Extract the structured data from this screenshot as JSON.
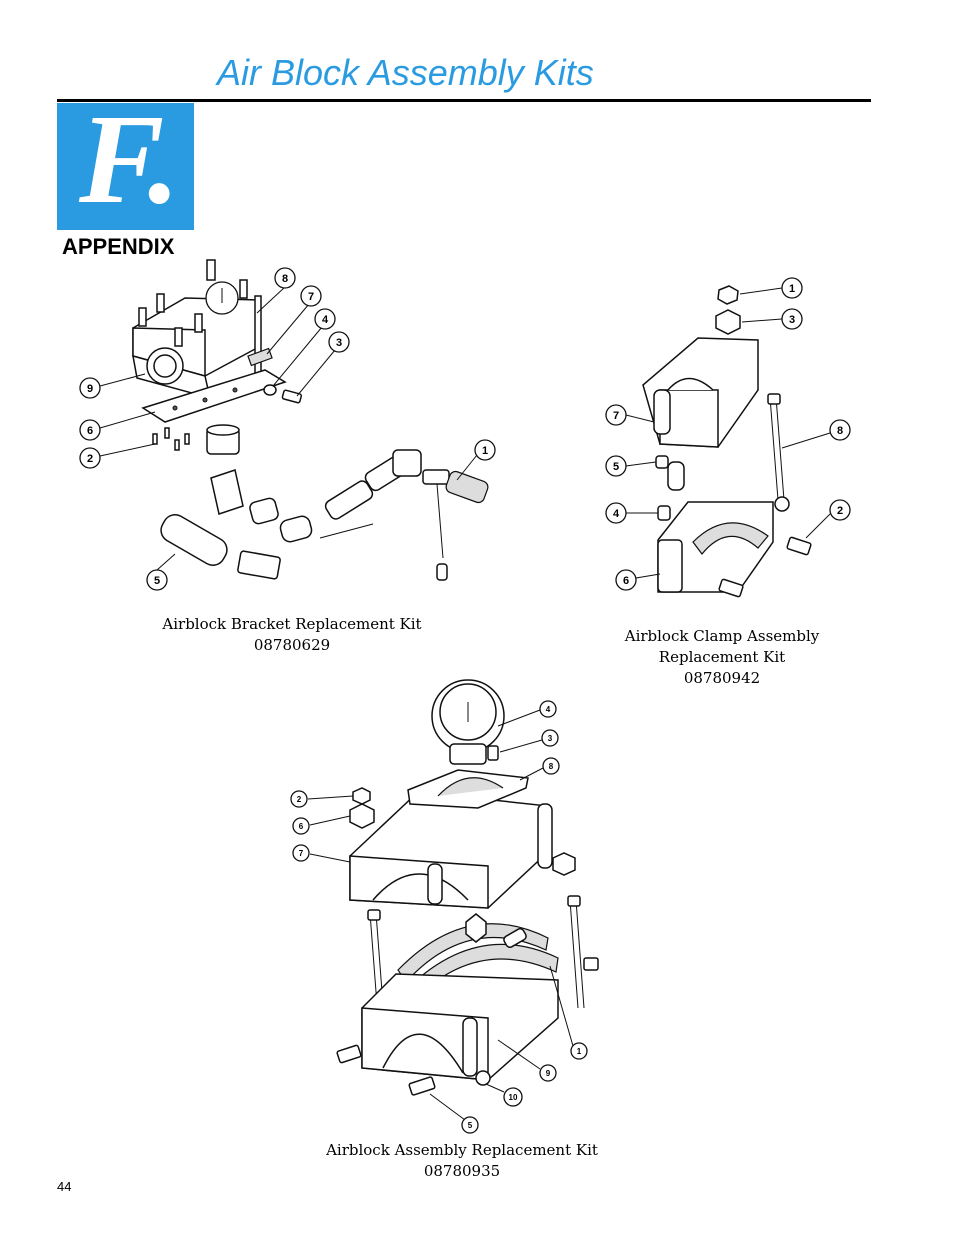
{
  "header": {
    "title": "Air Block Assembly Kits"
  },
  "section_tab": {
    "letter": "F.",
    "label": "APPENDIX"
  },
  "figures": [
    {
      "caption_line1": "Airblock Bracket Replacement Kit",
      "caption_line2": "08780629",
      "callouts": [
        "8",
        "7",
        "4",
        "3",
        "9",
        "6",
        "2",
        "1",
        "5"
      ]
    },
    {
      "caption_line1": "Airblock Clamp Assembly",
      "caption_line2": "Replacement Kit",
      "caption_line3": "08780942",
      "callouts": [
        "1",
        "3",
        "7",
        "8",
        "5",
        "4",
        "2",
        "6"
      ]
    },
    {
      "caption_line1": "Airblock Assembly Replacement Kit",
      "caption_line2": "08780935",
      "callouts": [
        "4",
        "3",
        "8",
        "2",
        "6",
        "7",
        "1",
        "9",
        "10",
        "5"
      ]
    }
  ],
  "footer": {
    "page_number": "44"
  }
}
